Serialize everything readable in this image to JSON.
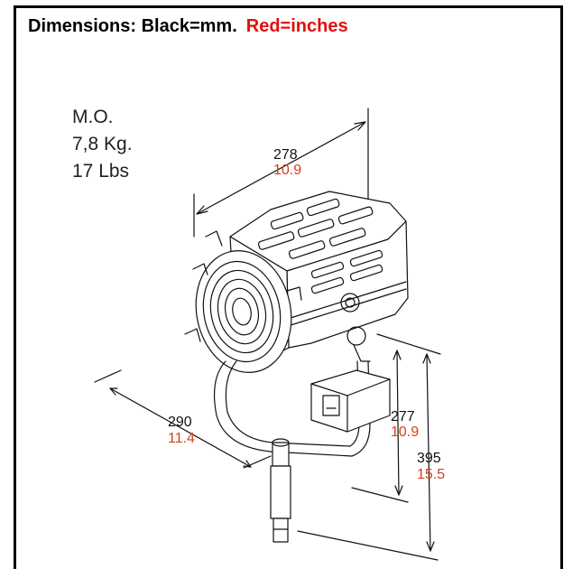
{
  "header": {
    "label_black": "Dimensions: Black=mm.",
    "label_red": "Red=inches"
  },
  "weight": {
    "line1": "M.O.",
    "line2": "7,8 Kg.",
    "line3": "17 Lbs"
  },
  "dimensions": {
    "width": {
      "mm": "278",
      "in": "10.9"
    },
    "depth": {
      "mm": "290",
      "in": "11.4"
    },
    "height_body": {
      "mm": "277",
      "in": "10.9"
    },
    "height_total": {
      "mm": "395",
      "in": "15.5"
    }
  },
  "colors": {
    "inch_red": "#d4401c",
    "header_red": "#e01010"
  }
}
